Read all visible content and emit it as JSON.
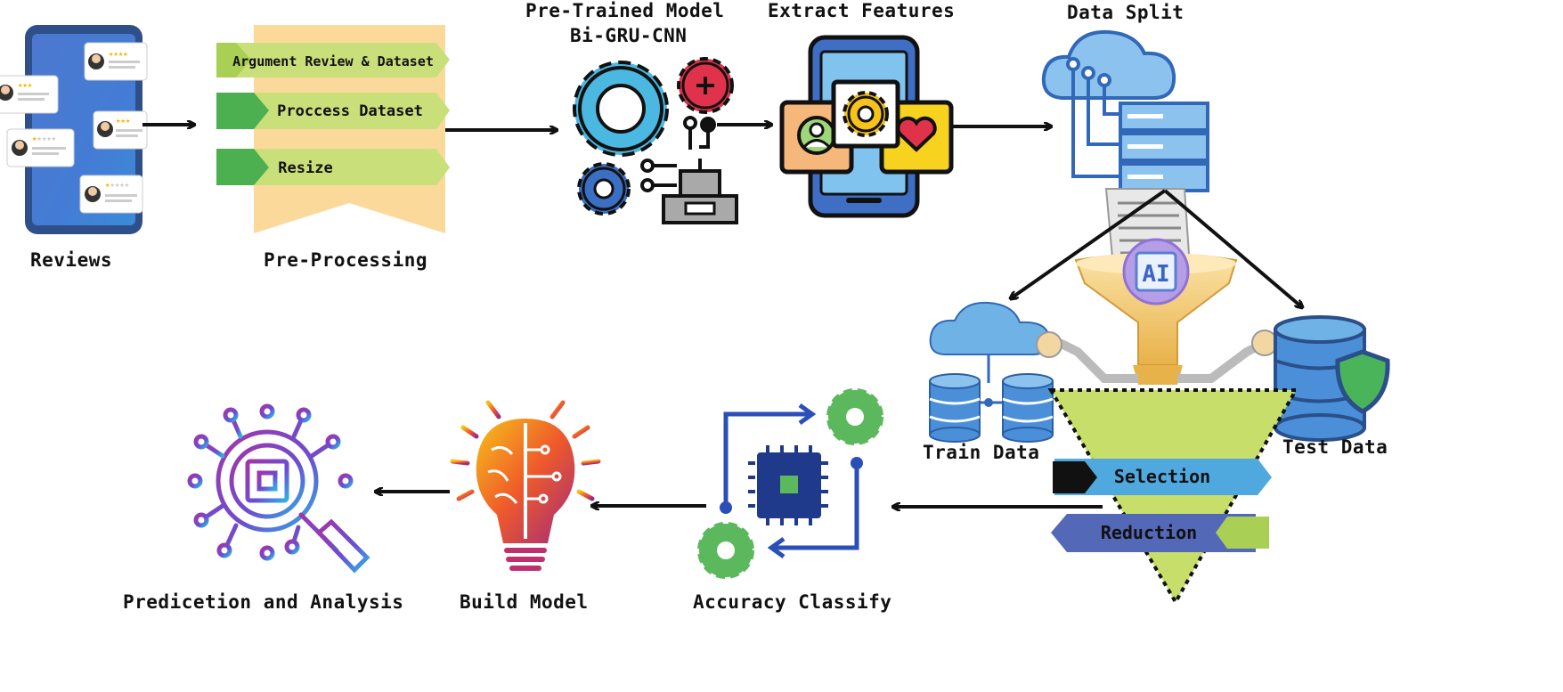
{
  "labels": {
    "reviews": "Reviews",
    "preprocessing": "Pre-Processing",
    "pretrained_line1": "Pre-Trained Model",
    "pretrained_line2": "Bi-GRU-CNN",
    "extract": "Extract Features",
    "datasplit": "Data Split",
    "train": "Train Data",
    "test": "Test Data",
    "accuracy": "Accuracy Classify",
    "build": "Build Model",
    "prediction": "Predicetion and Analysis"
  },
  "preprocessing_steps": [
    "Argument Review & Dataset",
    "Proccess Dataset",
    "Resize"
  ],
  "funnel_steps": {
    "selection": "Selection",
    "reduction": "Reduction"
  },
  "ai_badge": "AI",
  "colors": {
    "banner_green": "#c9e07a",
    "banner_yellow": "#fbd99a",
    "selection_blue": "#4fa9df",
    "reduction_blue": "#5468b8",
    "cloud_blue": "#6fb3e6",
    "gear_blue": "#4ab8e0",
    "gear_red": "#e0334b",
    "accent_green": "#5cb85c"
  },
  "icons": [
    "phone-reviews-icon",
    "gear-cluster-icon",
    "robot-icon",
    "phone-features-icon",
    "cloud-server-icon",
    "funnel-icon",
    "database-icon",
    "shield-icon",
    "chip-icon",
    "brain-bulb-icon",
    "circuit-magnifier-icon"
  ]
}
